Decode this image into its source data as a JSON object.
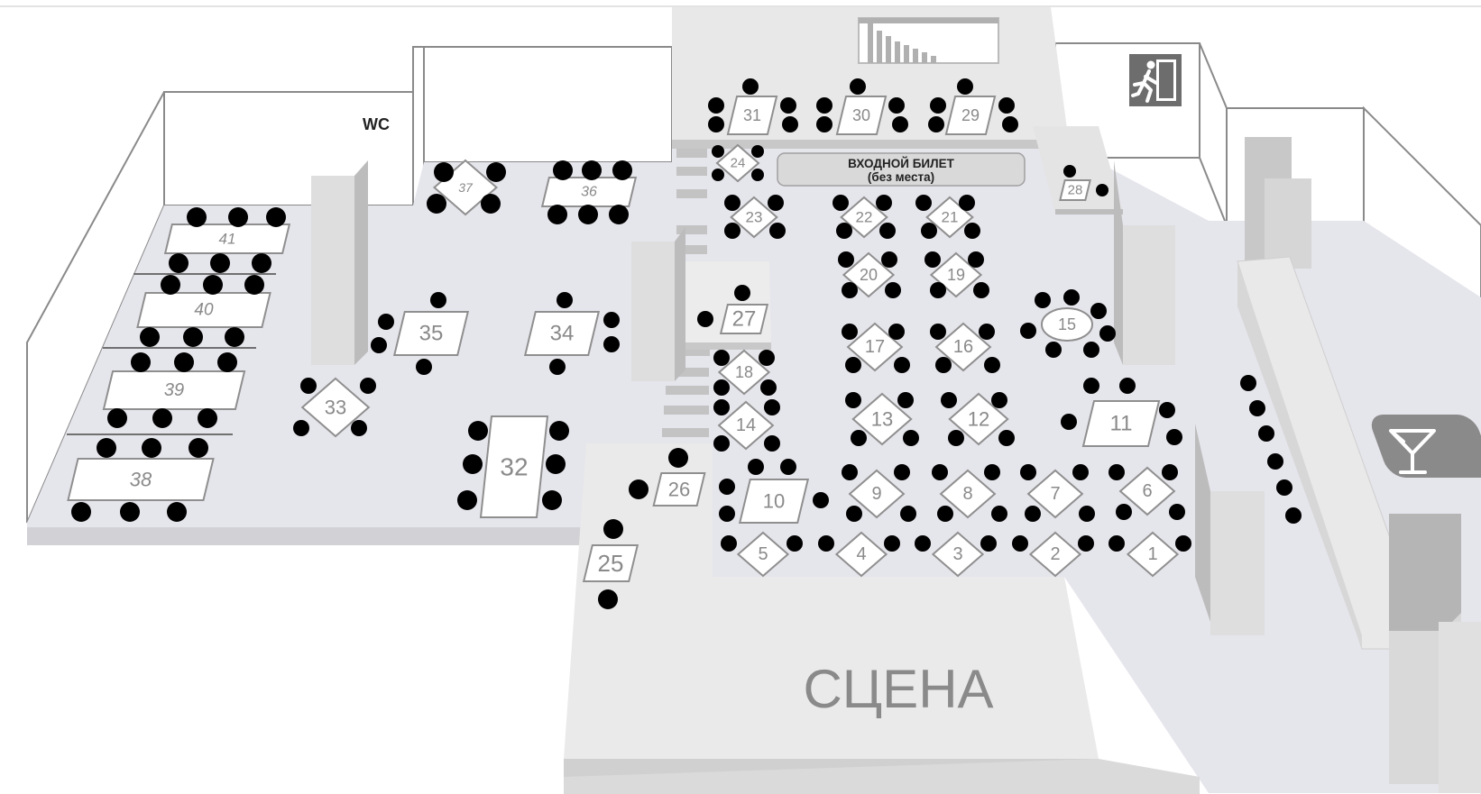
{
  "labels": {
    "wc": "WC",
    "ticket_line1": "ВХОДНОЙ БИЛЕТ",
    "ticket_line2": "(без места)",
    "stage": "СЦЕНА"
  },
  "icons": {
    "exit": "emergency-exit-icon",
    "bar": "cocktail-glass-icon"
  },
  "colors": {
    "floor": "#e5e5ec",
    "table_fill": "#ffffff",
    "table_stroke": "#8f8f8f",
    "seat": "#000000",
    "exit_sign": "#6d6d6d"
  },
  "tables": [
    {
      "id": "1",
      "shape": "diamond"
    },
    {
      "id": "2",
      "shape": "diamond"
    },
    {
      "id": "3",
      "shape": "diamond"
    },
    {
      "id": "4",
      "shape": "diamond"
    },
    {
      "id": "5",
      "shape": "diamond"
    },
    {
      "id": "6",
      "shape": "diamond"
    },
    {
      "id": "7",
      "shape": "diamond"
    },
    {
      "id": "8",
      "shape": "diamond"
    },
    {
      "id": "9",
      "shape": "diamond"
    },
    {
      "id": "10",
      "shape": "square"
    },
    {
      "id": "11",
      "shape": "square"
    },
    {
      "id": "12",
      "shape": "diamond"
    },
    {
      "id": "13",
      "shape": "diamond"
    },
    {
      "id": "14",
      "shape": "diamond"
    },
    {
      "id": "15",
      "shape": "ellipse"
    },
    {
      "id": "16",
      "shape": "diamond"
    },
    {
      "id": "17",
      "shape": "diamond"
    },
    {
      "id": "18",
      "shape": "diamond"
    },
    {
      "id": "19",
      "shape": "diamond"
    },
    {
      "id": "20",
      "shape": "diamond"
    },
    {
      "id": "21",
      "shape": "diamond"
    },
    {
      "id": "22",
      "shape": "diamond"
    },
    {
      "id": "23",
      "shape": "diamond"
    },
    {
      "id": "24",
      "shape": "diamond"
    },
    {
      "id": "25",
      "shape": "square"
    },
    {
      "id": "26",
      "shape": "square"
    },
    {
      "id": "27",
      "shape": "square"
    },
    {
      "id": "28",
      "shape": "square"
    },
    {
      "id": "29",
      "shape": "square"
    },
    {
      "id": "30",
      "shape": "square"
    },
    {
      "id": "31",
      "shape": "square"
    },
    {
      "id": "32",
      "shape": "rect"
    },
    {
      "id": "33",
      "shape": "diamond"
    },
    {
      "id": "34",
      "shape": "square"
    },
    {
      "id": "35",
      "shape": "square"
    },
    {
      "id": "36",
      "shape": "rect"
    },
    {
      "id": "37",
      "shape": "diamond"
    },
    {
      "id": "38",
      "shape": "rect"
    },
    {
      "id": "39",
      "shape": "rect"
    },
    {
      "id": "40",
      "shape": "rect"
    },
    {
      "id": "41",
      "shape": "rect"
    }
  ]
}
